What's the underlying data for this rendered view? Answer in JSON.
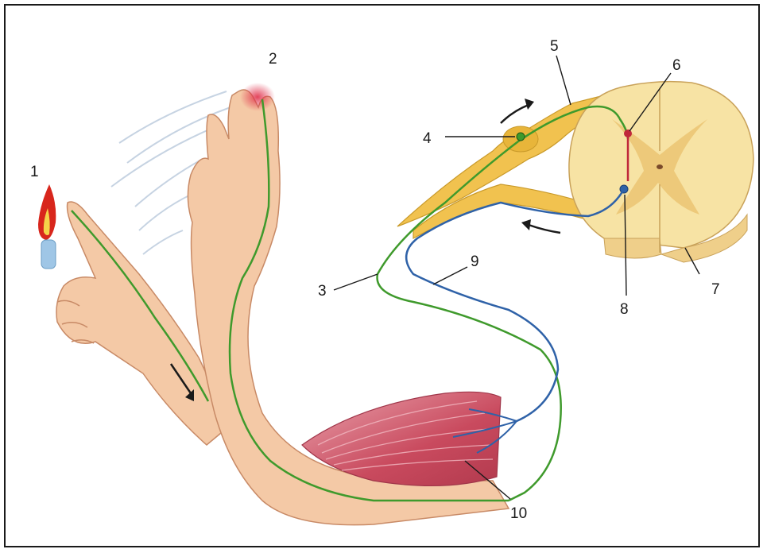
{
  "labels": {
    "l1": "1",
    "l2": "2",
    "l3": "3",
    "l4": "4",
    "l5": "5",
    "l6": "6",
    "l7": "7",
    "l8": "8",
    "l9": "9",
    "l10": "10"
  },
  "colors": {
    "skin": "#f4c9a6",
    "skin_shadow": "#e3a582",
    "sensory_nerve": "#3f9a2c",
    "motor_nerve": "#2f62a8",
    "ganglion_nerve": "#e8b53a",
    "spinal_cord": "#f7e3a4",
    "grey_matter": "#edc97a",
    "muscle": "#c94a5e",
    "flame": "#d8261c",
    "candle": "#9fc6e6",
    "interneuron": "#c0283a"
  }
}
